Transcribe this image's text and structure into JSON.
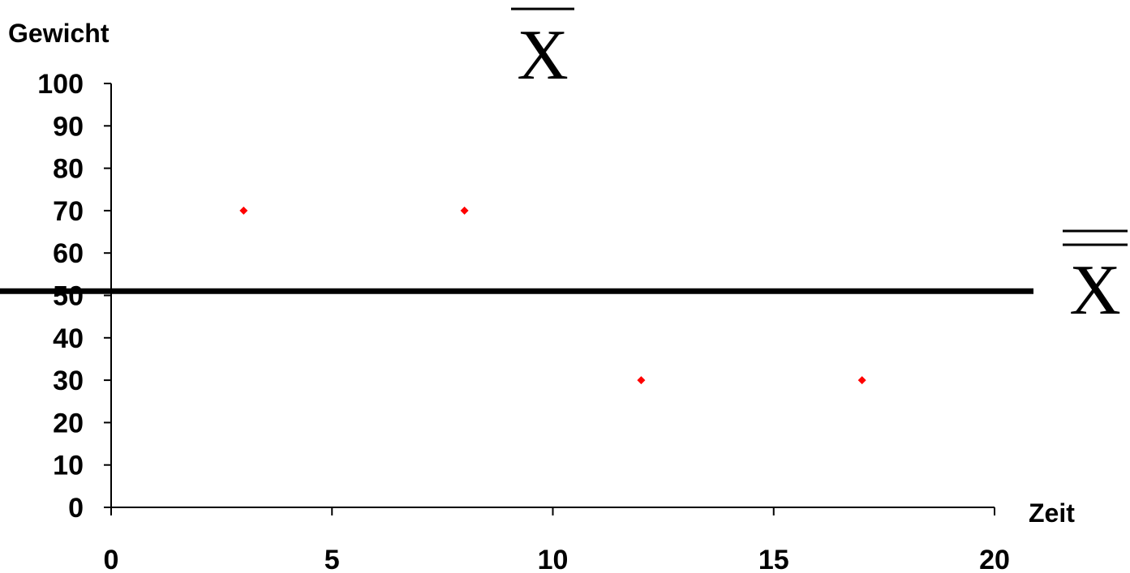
{
  "chart_data": {
    "type": "scatter",
    "title": "",
    "xlabel": "Zeit",
    "ylabel": "Gewicht",
    "xlim": [
      0,
      20
    ],
    "ylim": [
      0,
      100
    ],
    "x_ticks": [
      0,
      5,
      10,
      15,
      20
    ],
    "y_ticks": [
      0,
      10,
      20,
      30,
      40,
      50,
      60,
      70,
      80,
      90,
      100
    ],
    "grid": false,
    "points": [
      {
        "x": 3,
        "y": 70
      },
      {
        "x": 8,
        "y": 70
      },
      {
        "x": 12,
        "y": 30
      },
      {
        "x": 17,
        "y": 30
      }
    ],
    "point_color": "#ff0000",
    "reference_line": {
      "y": 51,
      "color": "#000000"
    },
    "annotations": {
      "mean_symbol": "X",
      "grand_mean_symbol": "X"
    }
  }
}
